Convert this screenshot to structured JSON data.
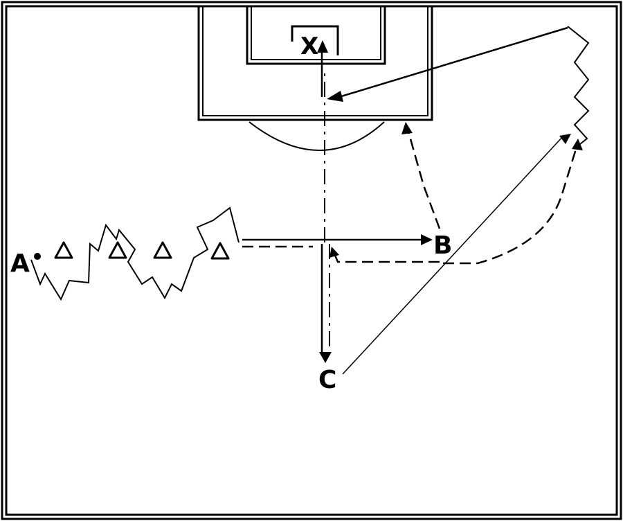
{
  "players": {
    "a": "A",
    "b": "B",
    "c": "C",
    "goalkeeper": "X"
  },
  "cones": 4,
  "colors": {
    "lines": "#000000",
    "background": "#ffffff"
  }
}
